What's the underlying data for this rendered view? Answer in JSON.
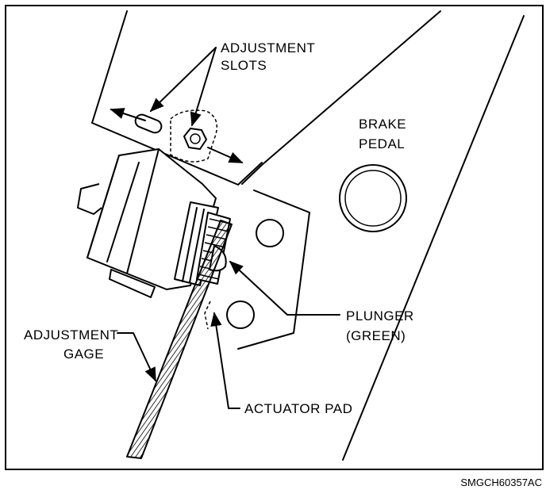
{
  "labels": {
    "adjustment_slots_line1": "ADJUSTMENT",
    "adjustment_slots_line2": "SLOTS",
    "brake_pedal_line1": "BRAKE",
    "brake_pedal_line2": "PEDAL",
    "plunger_line1": "PLUNGER",
    "plunger_line2": "(GREEN)",
    "adjustment_gage_line1": "ADJUSTMENT",
    "adjustment_gage_line2": "GAGE",
    "actuator_pad": "ACTUATOR PAD"
  },
  "figure_code": "SMGCH60357AC"
}
